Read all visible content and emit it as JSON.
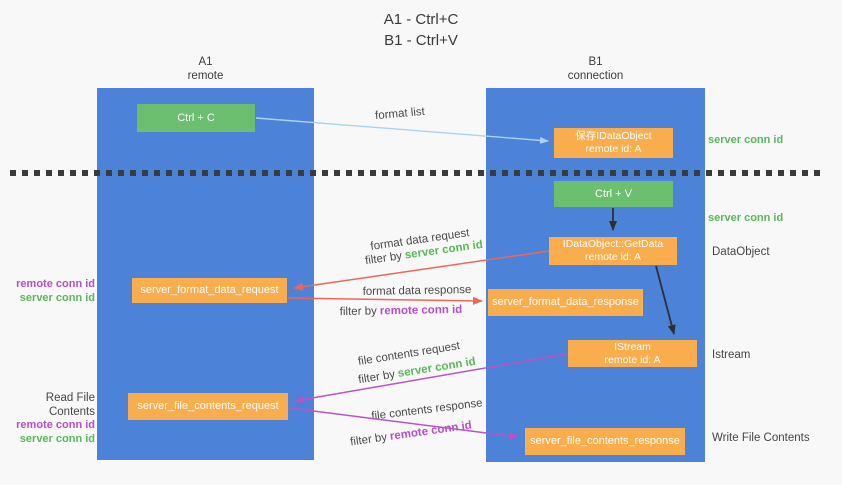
{
  "title": {
    "line1": "A1 - Ctrl+C",
    "line2": "B1 - Ctrl+V"
  },
  "lanes": {
    "left": {
      "name": "A1",
      "subtitle": "remote"
    },
    "right": {
      "name": "B1",
      "subtitle": "connection"
    }
  },
  "nodes": {
    "ctrl_c": {
      "label": "Ctrl + C"
    },
    "ctrl_v": {
      "label": "Ctrl + V"
    },
    "save_dataobject": {
      "line1": "保存IDataObject",
      "line2": "remote id: A"
    },
    "getdata": {
      "line1": "IDataObject::GetData",
      "line2": "remote id: A"
    },
    "istream": {
      "line1": "IStream",
      "line2": "remote id: A"
    },
    "format_request": {
      "label": "server_format_data_request"
    },
    "format_response": {
      "label": "server_format_data_response"
    },
    "file_request": {
      "label": "server_file_contents_request"
    },
    "file_response": {
      "label": "server_file_contents_response"
    }
  },
  "annotations": {
    "right": {
      "server_conn_id_top": "server conn id",
      "server_conn_id_mid": "server conn id",
      "dataobject": "DataObject",
      "istream": "Istream",
      "write_file_contents": "Write File Contents"
    },
    "left": {
      "mid": {
        "remote_conn_id": "remote conn id",
        "server_conn_id": "server conn id"
      },
      "read_file_contents": "Read File Contents",
      "bottom": {
        "remote_conn_id": "remote conn id",
        "server_conn_id": "server conn id"
      }
    }
  },
  "flow_labels": {
    "format_list": "format list",
    "format_data_request": "format data request",
    "format_data_response": "format data response",
    "file_contents_request": "file contents request",
    "file_contents_response": "file contents response",
    "filter_by": "filter by",
    "server_conn_id": "server conn id",
    "remote_conn_id": "remote conn id"
  },
  "colors": {
    "lane_blue": "#4d82d9",
    "node_orange": "#f9ad4d",
    "node_green": "#6cbf6f",
    "server_conn_green": "#57b957",
    "remote_conn_purple": "#b44fc8",
    "request_arrow_red": "#e8695a",
    "response_arrow_magenta": "#bb53c5",
    "format_list_arrow_blue": "#a9d3ee",
    "black_arrow": "#2f2f2f",
    "background": "#f8f8f8"
  }
}
